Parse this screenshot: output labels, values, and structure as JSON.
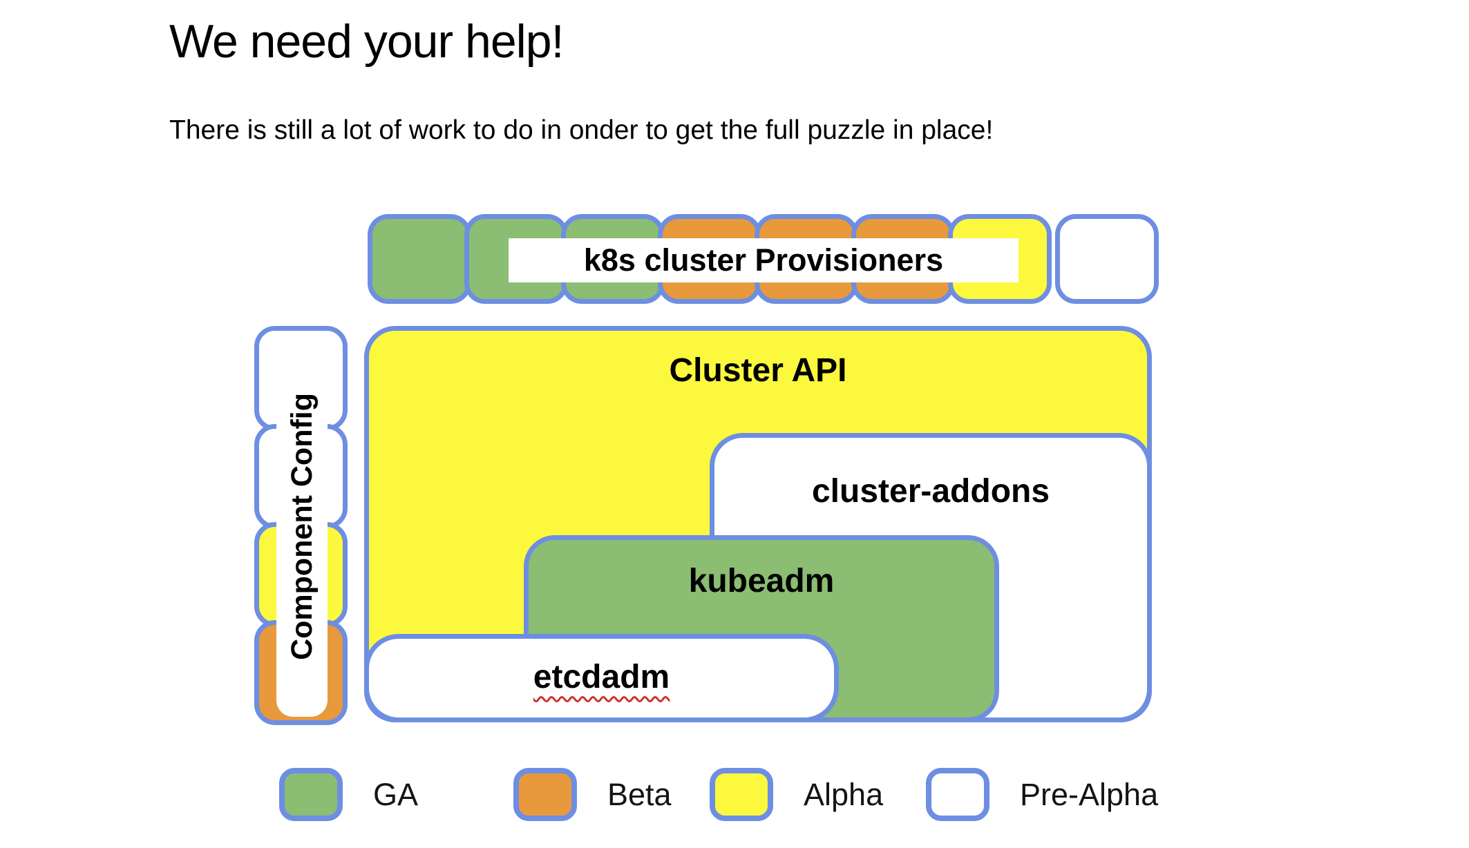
{
  "title": "We need your help!",
  "subtitle": "There is still a lot of work to do in onder to get the full puzzle in place!",
  "colors": {
    "ga": "#8bbd72",
    "beta": "#e8993c",
    "alpha": "#fbf83e",
    "pre_alpha": "#ffffff",
    "border": "#6d8ee2",
    "squiggle": "#cc3333"
  },
  "provisioners_row": {
    "label": "k8s cluster Provisioners",
    "pieces": [
      "ga",
      "ga",
      "ga",
      "beta",
      "beta",
      "beta",
      "alpha",
      "pre_alpha"
    ]
  },
  "component_config": {
    "label": "Component Config",
    "pieces": [
      "pre_alpha",
      "pre_alpha",
      "alpha",
      "beta"
    ]
  },
  "puzzle": {
    "cluster_api": {
      "label": "Cluster API",
      "status": "alpha"
    },
    "cluster_addons": {
      "label": "cluster-addons",
      "status": "pre_alpha"
    },
    "kubeadm": {
      "label": "kubeadm",
      "status": "ga"
    },
    "etcdadm": {
      "label": "etcdadm",
      "status": "pre_alpha"
    }
  },
  "legend": [
    {
      "label": "GA",
      "status": "ga"
    },
    {
      "label": "Beta",
      "status": "beta"
    },
    {
      "label": "Alpha",
      "status": "alpha"
    },
    {
      "label": "Pre-Alpha",
      "status": "pre_alpha"
    }
  ]
}
